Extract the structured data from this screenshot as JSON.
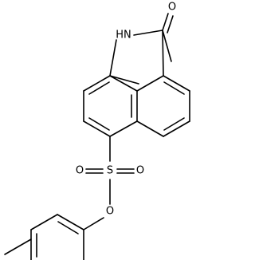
{
  "atoms": {
    "carbonyl_oxygen": "O",
    "amide_nitrogen": "HN",
    "sulfur": "S",
    "sulfonyl_oxygen_left": "O",
    "sulfonyl_oxygen_right": "O",
    "ester_oxygen": "O"
  }
}
